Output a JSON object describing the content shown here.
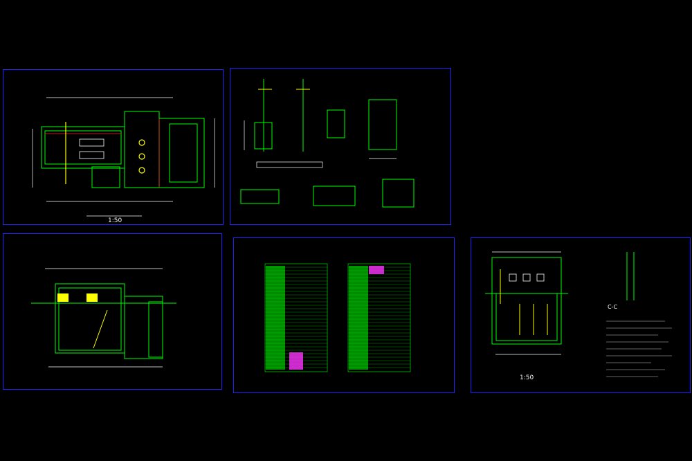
{
  "colors": {
    "background": "#000000",
    "sheet_frame": "#2222ff",
    "line_green": "#00ff00",
    "line_white": "#ffffff",
    "line_yellow": "#ffff00",
    "line_red": "#ff2020",
    "line_magenta": "#ff33ff",
    "line_cyan": "#00ffff"
  },
  "sheets": [
    {
      "id": "sheet-1",
      "scale": "1:50"
    },
    {
      "id": "sheet-2",
      "scale": ""
    },
    {
      "id": "sheet-3",
      "scale": ""
    },
    {
      "id": "sheet-4",
      "scale": ""
    },
    {
      "id": "sheet-5",
      "scale": "1:50",
      "section_label": "C-C"
    }
  ]
}
